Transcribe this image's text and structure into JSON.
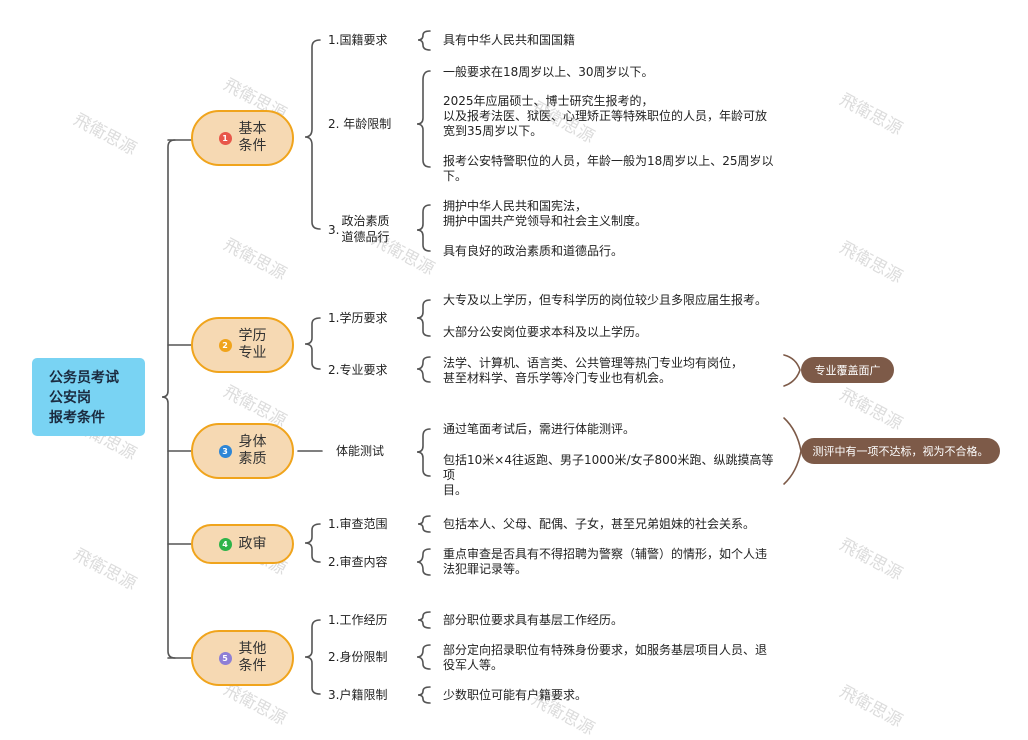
{
  "root": {
    "lines": [
      "公务员考试",
      "公安岗",
      "报考条件"
    ]
  },
  "watermark": "飛衛思源",
  "colors": {
    "root_bg": "#79d3f3",
    "category_bg": "#f6d9b3",
    "category_border": "#f0a41c",
    "tag_bg": "#7d5a48"
  },
  "categories": [
    {
      "num": "1",
      "badge_color": "#e8574a",
      "lines": [
        "基本",
        "条件"
      ]
    },
    {
      "num": "2",
      "badge_color": "#f0a41c",
      "lines": [
        "学历",
        "专业"
      ]
    },
    {
      "num": "3",
      "badge_color": "#2e86d6",
      "lines": [
        "身体",
        "素质"
      ]
    },
    {
      "num": "4",
      "badge_color": "#2db34a",
      "lines": [
        "政审"
      ]
    },
    {
      "num": "5",
      "badge_color": "#8e7fd6",
      "lines": [
        "其他",
        "条件"
      ]
    }
  ],
  "subtopics": [
    {
      "label": "1.国籍要求"
    },
    {
      "label": "2. 年龄限制"
    },
    {
      "num": "3.",
      "lines": [
        "政治素质",
        "道德品行"
      ]
    },
    {
      "label": "1.学历要求"
    },
    {
      "label": "2.专业要求"
    },
    {
      "label": "体能测试"
    },
    {
      "label": "1.审查范围"
    },
    {
      "label": "2.审查内容"
    },
    {
      "label": "1.工作经历"
    },
    {
      "label": "2.身份限制"
    },
    {
      "label": "3.户籍限制"
    }
  ],
  "details": [
    {
      "lines": [
        "具有中华人民共和国国籍"
      ]
    },
    {
      "lines": [
        "一般要求在18周岁以上、30周岁以下。"
      ]
    },
    {
      "lines": [
        "2025年应届硕士、博士研究生报考的，",
        "以及报考法医、狱医、心理矫正等特殊职位的人员，年龄可放",
        "宽到35周岁以下。"
      ]
    },
    {
      "lines": [
        "报考公安特警职位的人员，年龄一般为18周岁以上、25周岁以",
        "下。"
      ]
    },
    {
      "lines": [
        "拥护中华人民共和国宪法，",
        "拥护中国共产党领导和社会主义制度。"
      ]
    },
    {
      "lines": [
        "具有良好的政治素质和道德品行。"
      ]
    },
    {
      "lines": [
        "大专及以上学历，但专科学历的岗位较少且多限应届生报考。"
      ]
    },
    {
      "lines": [
        "大部分公安岗位要求本科及以上学历。"
      ]
    },
    {
      "lines": [
        "法学、计算机、语言类、公共管理等热门专业均有岗位，",
        "甚至材料学、音乐学等冷门专业也有机会。"
      ]
    },
    {
      "lines": [
        "通过笔面考试后，需进行体能测评。"
      ]
    },
    {
      "lines": [
        "包括10米×4往返跑、男子1000米/女子800米跑、纵跳摸高等项",
        "目。"
      ]
    },
    {
      "lines": [
        "包括本人、父母、配偶、子女，甚至兄弟姐妹的社会关系。"
      ]
    },
    {
      "lines": [
        "重点审查是否具有不得招聘为警察（辅警）的情形，如个人违",
        "法犯罪记录等。"
      ]
    },
    {
      "lines": [
        "部分职位要求具有基层工作经历。"
      ]
    },
    {
      "lines": [
        "部分定向招录职位有特殊身份要求，如服务基层项目人员、退",
        "役军人等。"
      ]
    },
    {
      "lines": [
        "少数职位可能有户籍要求。"
      ]
    }
  ],
  "tags": [
    {
      "text": "专业覆盖面广"
    },
    {
      "text": "测评中有一项不达标，视为不合格。"
    }
  ]
}
